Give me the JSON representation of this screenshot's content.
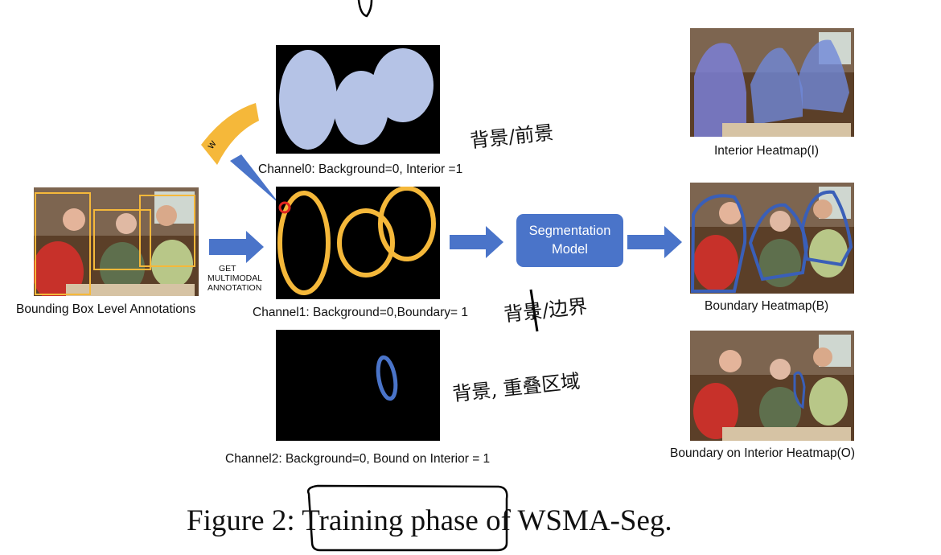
{
  "labels": {
    "bbox": "Bounding Box Level Annotations",
    "get": "GET",
    "multimodal": "MULTIMODAL",
    "annotation": "ANNOTATION",
    "channel0": "Channel0: Background=0, Interior =1",
    "channel1": "Channel1: Background=0,Boundary= 1",
    "channel2": "Channel2: Background=0, Bound on Interior = 1",
    "seg_line1": "Segmentation",
    "seg_line2": "Model",
    "interior": "Interior Heatmap(I)",
    "boundary": "Boundary Heatmap(B)",
    "boi": "Boundary on Interior Heatmap(O)",
    "w": "w"
  },
  "handwritten": {
    "note0": "背景/前景",
    "note1": "背景/边界",
    "note2": "背景, 重叠区域"
  },
  "caption": {
    "prefix": "Figure 2: ",
    "highlight": "Training phase",
    "suffix": " of WSMA-Seg."
  },
  "colors": {
    "blue": "#4a74c9",
    "yellow": "#f5b83a",
    "lightblue": "#b5c3e6",
    "red": "#e0261f"
  }
}
